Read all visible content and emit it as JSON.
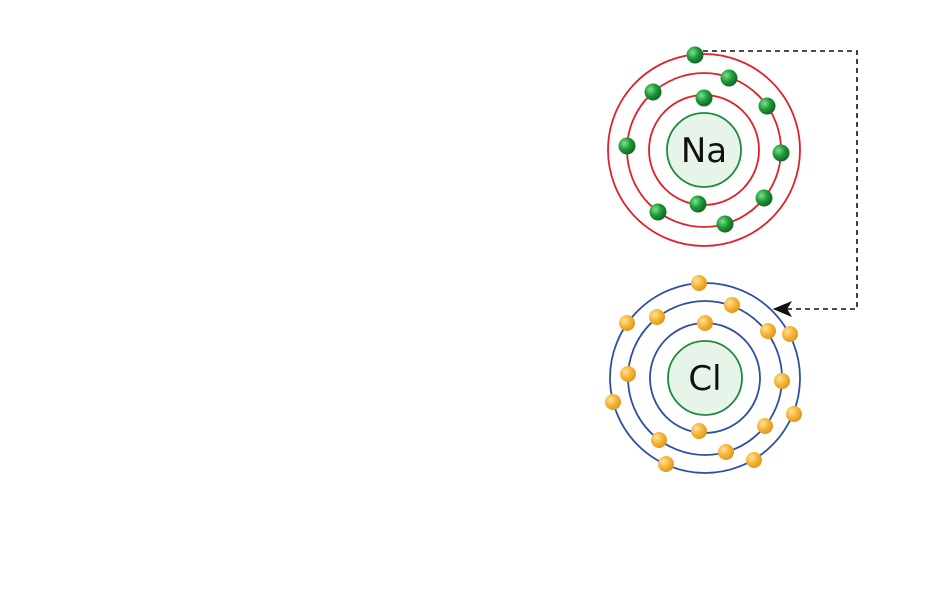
{
  "diagram": {
    "atoms": [
      {
        "id": "sodium",
        "symbol": "Na",
        "shell_color": "#e0202a",
        "electron_color": "#1f9a3a",
        "nucleus_fill": "#e6f4ea",
        "nucleus_stroke": "#1f8a3a",
        "electrons_per_shell": [
          2,
          8,
          1
        ]
      },
      {
        "id": "chlorine",
        "symbol": "Cl",
        "shell_color": "#2e4fa3",
        "electron_color": "#f6b63a",
        "nucleus_fill": "#e6f4ea",
        "nucleus_stroke": "#1f8a3a",
        "electrons_per_shell": [
          2,
          8,
          7
        ]
      }
    ],
    "transfer_arrow": {
      "from": "sodium",
      "to": "chlorine",
      "style": "dashed",
      "color": "#111111"
    }
  }
}
